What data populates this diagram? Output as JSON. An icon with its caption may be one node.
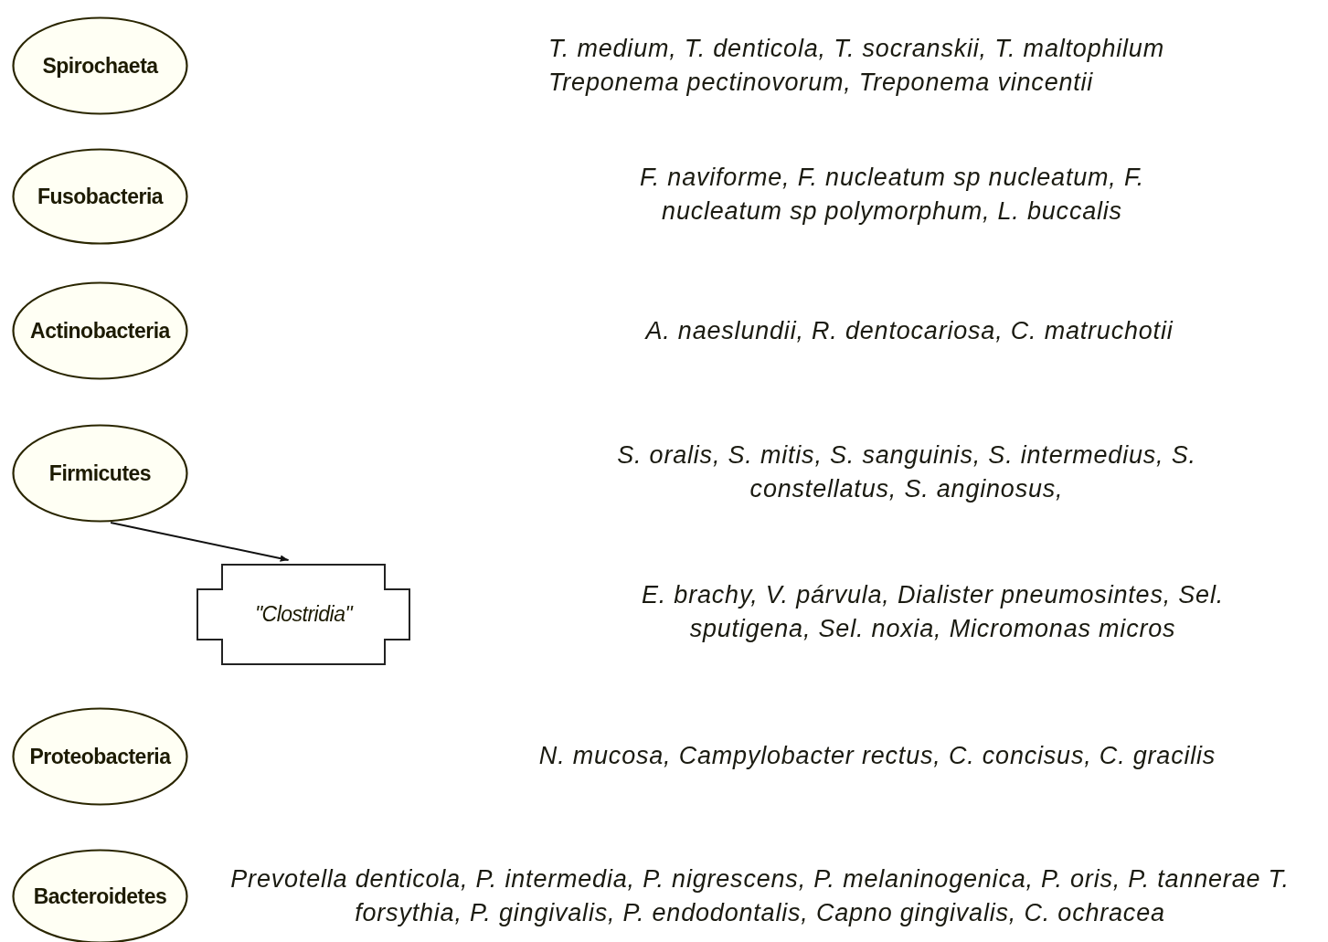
{
  "diagram": {
    "nodes": [
      {
        "text": [
          "Spirochaeta"
        ]
      },
      {
        "text": [
          "Fusobacteria"
        ]
      },
      {
        "text": [
          "Actinobacteria"
        ]
      },
      {
        "text": [
          "Firmicutes"
        ]
      },
      {
        "text": [
          "\"Clostridia\""
        ]
      },
      {
        "text": [
          "Proteobacteria"
        ]
      },
      {
        "text": [
          "Bacteroidetes"
        ]
      }
    ],
    "edges": [
      {
        "from": 3,
        "to": 4,
        "arrow": "to"
      }
    ],
    "labels": [
      "T. medium, T. denticola, T. socranskii, T. maltophilum Treponema pectinovorum, Treponema vincentii",
      "F. naviforme, F. nucleatum sp nucleatum, F. nucleatum sp polymorphum, L. buccalis",
      "A. naeslundii, R. dentocariosa, C. matruchotii",
      "S. oralis, S. mitis, S. sanguinis, S. intermedius, S. constellatus, S. anginosus,",
      "E. brachy, V. párvula, Dialister pneumosintes, Sel. sputigena, Sel. noxia, Micromonas micros",
      "N. mucosa, Campylobacter rectus, C. concisus, C. gracilis",
      "Prevotella denticola, P. intermedia, P. nigrescens, P. melaninogenica, P. oris, P. tannerae T. forsythia, P. gingivalis, P. endodontalis, Capno gingivalis, C. ochracea"
    ]
  }
}
